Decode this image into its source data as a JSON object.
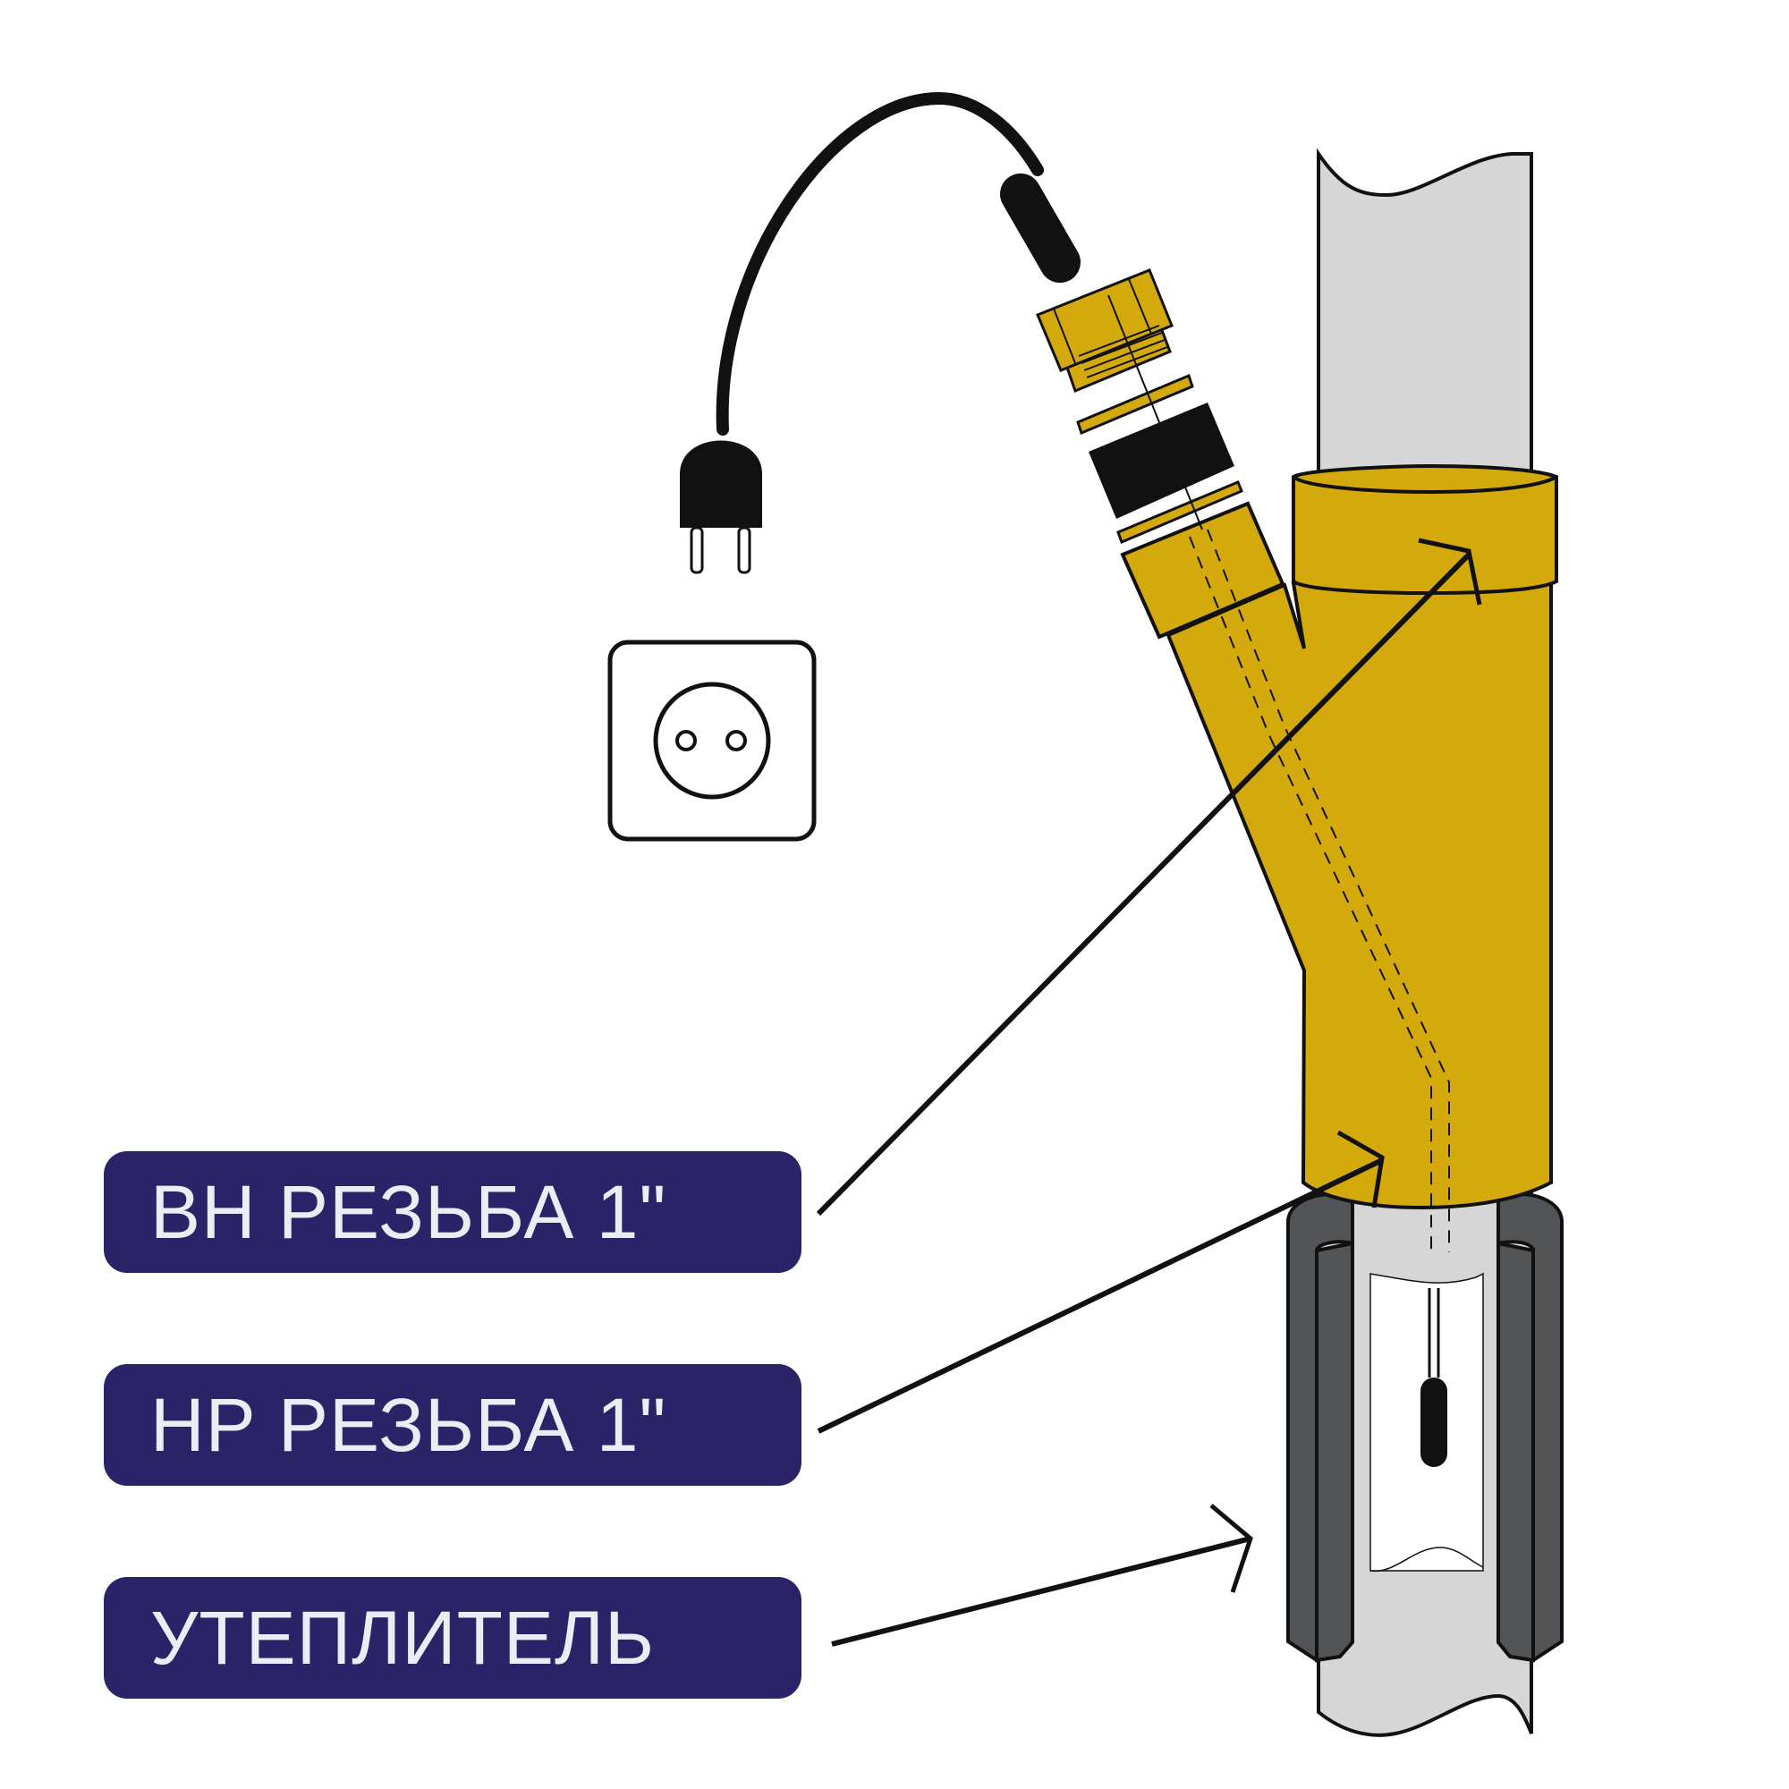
{
  "colors": {
    "label_background": "#2a2368",
    "label_text": "#ececf4",
    "fitting_yellow": "#d3a90b",
    "pipe_grey": "#d6d6d6",
    "insulation_dark": "#525456",
    "outline": "#111111"
  },
  "labels": {
    "internal_thread": "ВН РЕЗЬБА 1\"",
    "external_thread": "НР РЕЗЬБА 1\"",
    "insulation": "УТЕПЛИТЕЛЬ"
  },
  "icons": {
    "plug": "power-plug-icon",
    "socket": "wall-socket-icon"
  }
}
